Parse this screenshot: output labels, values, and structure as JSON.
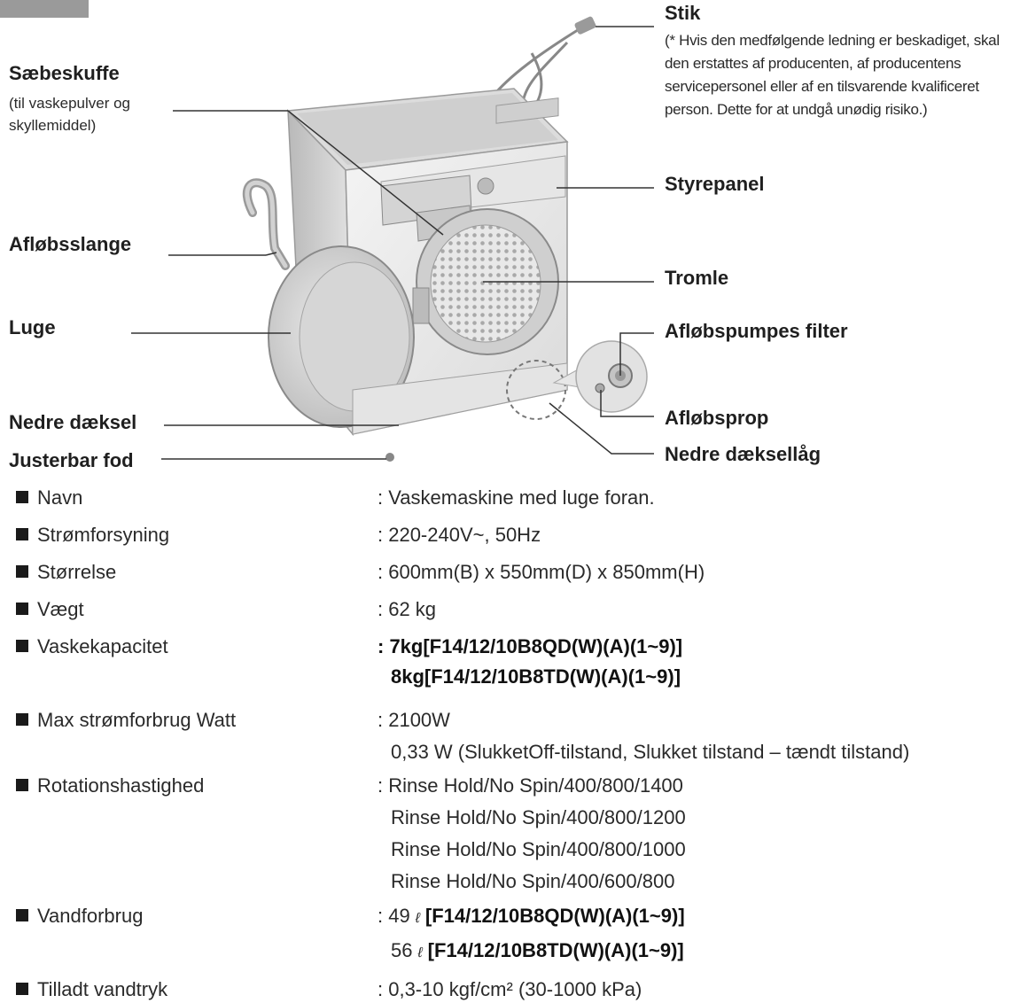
{
  "diagram_labels": {
    "stik": "Stik",
    "stik_note": "(* Hvis den medfølgende ledning er beskadiget, skal den erstattes af producenten, af producentens servicepersonel eller af en tilsvarende kvalificeret person. Dette for at undgå unødig risiko.)",
    "saebeskuffe": "Sæbeskuffe",
    "saebeskuffe_sub": "(til vaskepulver og skyllemiddel)",
    "styrepanel": "Styrepanel",
    "afloebsslange": "Afløbsslange",
    "tromle": "Tromle",
    "luge": "Luge",
    "afloebspumpes_filter": "Afløbspumpes filter",
    "afloebsprop": "Afløbsprop",
    "nedre_daeksel": "Nedre dæksel",
    "nedre_daekselaag": "Nedre dæksellåg",
    "justerbar_fod": "Justerbar fod"
  },
  "specs": {
    "navn": {
      "label": "Navn",
      "value": ": Vaskemaskine med luge foran."
    },
    "stroemforsyning": {
      "label": "Strømforsyning",
      "value": ": 220-240V~, 50Hz"
    },
    "stoerrelse": {
      "label": "Størrelse",
      "value": ": 600mm(B) x 550mm(D) x 850mm(H)"
    },
    "vaegt": {
      "label": "Vægt",
      "value": ": 62 kg"
    },
    "vaskekapacitet": {
      "label": "Vaskekapacitet",
      "value1": ": 7kg[F14/12/10B8QD(W)(A)(1~9)]",
      "value2": "8kg[F14/12/10B8TD(W)(A)(1~9)]"
    },
    "max_stroemforbrug": {
      "label": "Max strømforbrug Watt",
      "value1": ": 2100W",
      "value2": "0,33 W (SlukketOff-tilstand, Slukket tilstand – tændt tilstand)"
    },
    "rotationshastighed": {
      "label": "Rotationshastighed",
      "value1": ": Rinse Hold/No Spin/400/800/1400",
      "value2": "Rinse Hold/No Spin/400/800/1200",
      "value3": "Rinse Hold/No Spin/400/800/1000",
      "value4": "Rinse Hold/No Spin/400/600/800"
    },
    "vandforbrug": {
      "label": "Vandforbrug",
      "prefix1": ": 49",
      "unit": "ℓ",
      "model1": "[F14/12/10B8QD(W)(A)(1~9)]",
      "prefix2": "56",
      "model2": "[F14/12/10B8TD(W)(A)(1~9)]"
    },
    "tilladt_vandtryk": {
      "label": "Tilladt vandtryk",
      "value": ": 0,3-10 kgf/cm² (30-1000 kPa)"
    }
  }
}
